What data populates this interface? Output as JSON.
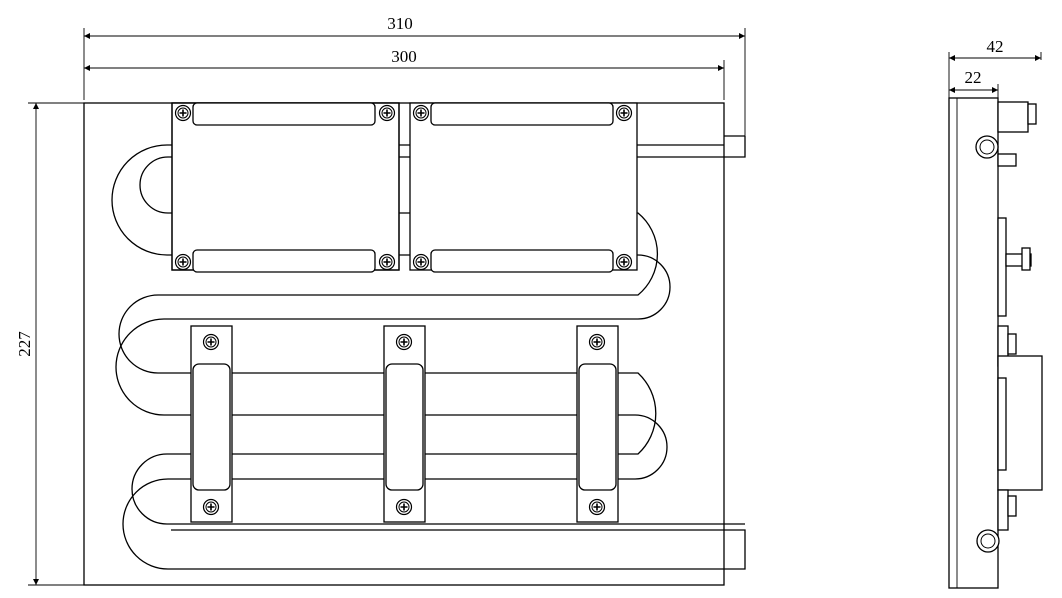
{
  "drawing": {
    "front_view": {
      "overall_width": "310",
      "plate_width": "300",
      "plate_height": "227"
    },
    "side_view": {
      "overall_thickness": "42",
      "plate_thickness": "22"
    }
  }
}
